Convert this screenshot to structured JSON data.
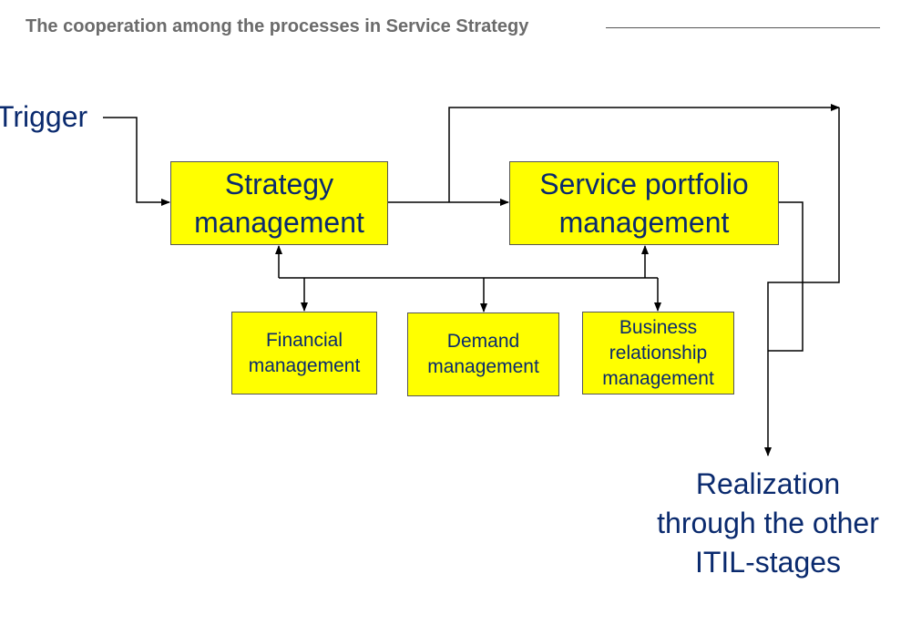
{
  "title": "The cooperation among the processes in Service Strategy",
  "trigger": "Trigger",
  "boxes": {
    "strategy": "Strategy management",
    "portfolio": "Service portfolio management",
    "financial": "Financial management",
    "demand": "Demand management",
    "business": "Business relationship management"
  },
  "realization": [
    "Realization",
    "through the other",
    "ITIL-stages"
  ],
  "colors": {
    "box": "#ffff00",
    "text": "#0a2a6e",
    "title": "#6b6b6b"
  }
}
